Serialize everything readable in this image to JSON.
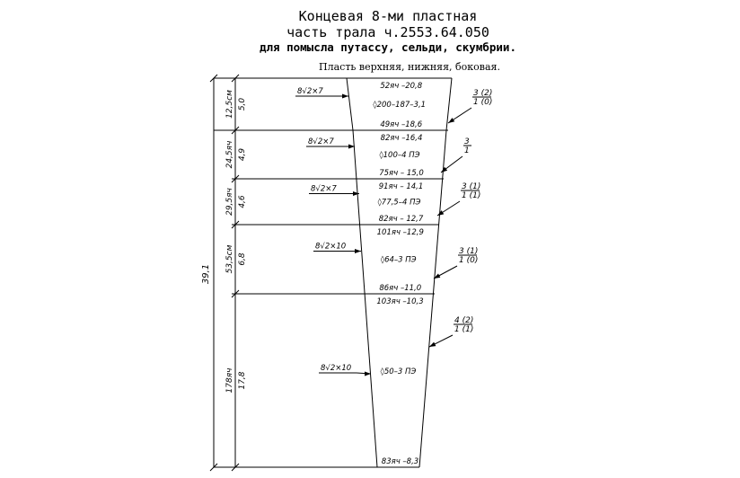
{
  "header": {
    "title_line1": "Концевая 8-ми пластная",
    "title_line2": "часть трала ч.2553.64.050",
    "title_line3": "для помысла путассу, сельди, скумбрии.",
    "subtitle": "Пласть верхняя, нижняя, боковая."
  },
  "diagram": {
    "total_length": "39,1",
    "sections": [
      {
        "length_label": "12,5см",
        "meters": "5,0",
        "top_edge": "52яч –20,8",
        "bottom_edge": "49яч –18,6",
        "spec": "◊200–187–3,1",
        "seam": "8√2×7",
        "cut_top": "3",
        "cut_bottom": "1",
        "cut_extra_top": "(2)",
        "cut_extra_bottom": "(0)"
      },
      {
        "length_label": "24,5яч",
        "meters": "4,9",
        "top_edge": "82яч –16,4",
        "bottom_edge": "75яч – 15,0",
        "spec": "◊100–4 ПЭ",
        "seam": "8√2×7",
        "cut_top": "3",
        "cut_bottom": "1",
        "cut_extra_top": "",
        "cut_extra_bottom": ""
      },
      {
        "length_label": "29,5яч",
        "meters": "4,6",
        "top_edge": "91яч – 14,1",
        "bottom_edge": "82яч – 12,7",
        "spec": "◊77,5–4 ПЭ",
        "seam": "8√2×7",
        "cut_top": "3",
        "cut_bottom": "1",
        "cut_extra_top": "(1)",
        "cut_extra_bottom": "(1)"
      },
      {
        "length_label": "53,5см",
        "meters": "6,8",
        "top_edge": "101яч –12,9",
        "bottom_edge": "86яч –11,0",
        "spec": "◊64–3 ПЭ",
        "seam": "8√2×10",
        "cut_top": "3",
        "cut_bottom": "1",
        "cut_extra_top": "(1)",
        "cut_extra_bottom": "(0)"
      },
      {
        "length_label": "178яч",
        "meters": "17,8",
        "top_edge": "103яч –10,3",
        "bottom_edge": "83яч –8,3",
        "spec": "◊50–3 ПЭ",
        "seam": "8√2×10",
        "cut_top": "4",
        "cut_bottom": "1",
        "cut_extra_top": "(2)",
        "cut_extra_bottom": "(1)"
      }
    ]
  }
}
